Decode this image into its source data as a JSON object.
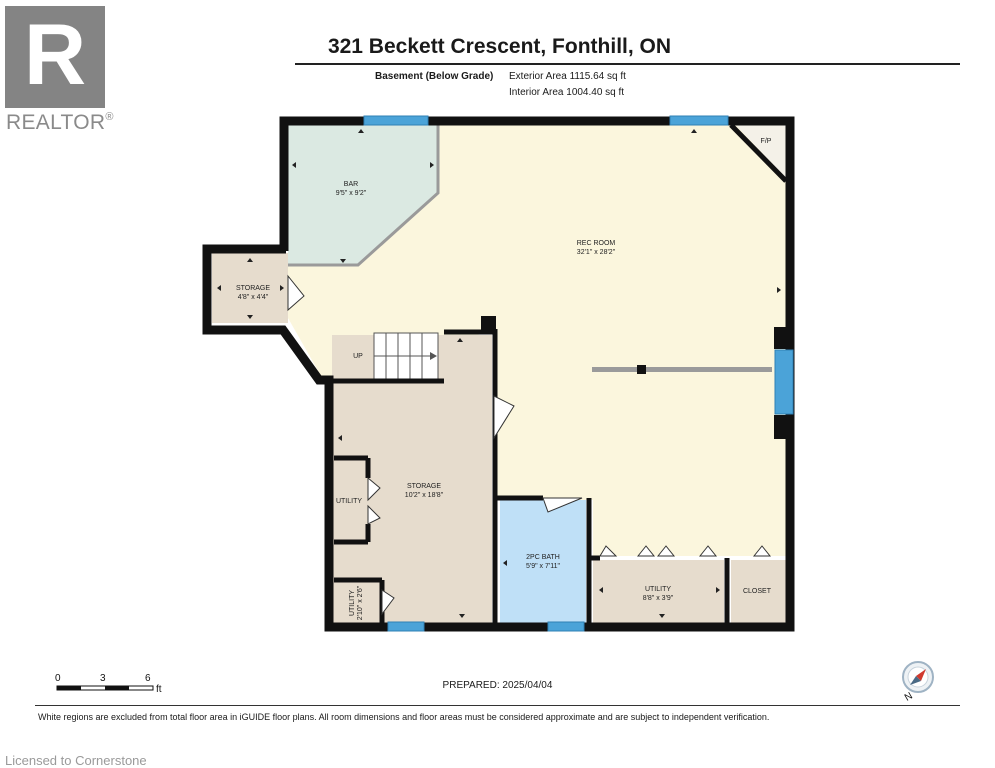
{
  "branding": {
    "logo_text": "REALTOR",
    "logo_registered": "®"
  },
  "header": {
    "title": "321 Beckett Crescent, Fonthill, ON",
    "level": "Basement (Below Grade)",
    "exterior_area": "Exterior Area 1115.64 sq ft",
    "interior_area": "Interior Area 1004.40 sq ft"
  },
  "rooms": {
    "bar": {
      "name": "BAR",
      "dims": "9'5\" x 9'2\""
    },
    "rec_room": {
      "name": "REC ROOM",
      "dims": "32'1\" x 28'2\""
    },
    "storage_small": {
      "name": "STORAGE",
      "dims": "4'8\" x 4'4\""
    },
    "storage_large": {
      "name": "STORAGE",
      "dims": "10'2\" x 18'8\""
    },
    "utility_left": {
      "name": "UTILITY"
    },
    "utility_small": {
      "name": "UTILITY",
      "dims": "2'10\" x 2'6\""
    },
    "bath": {
      "name": "2PC BATH",
      "dims": "5'9\" x 7'11\""
    },
    "utility_bottom": {
      "name": "UTILITY",
      "dims": "8'8\" x 3'9\""
    },
    "closet": {
      "name": "CLOSET"
    },
    "fireplace": {
      "name": "F/P"
    },
    "stairs": {
      "name": "UP"
    }
  },
  "scale": {
    "tick_0": "0",
    "tick_1": "3",
    "tick_2": "6",
    "unit": "ft"
  },
  "compass": {
    "label": "N"
  },
  "prepared": "PREPARED: 2025/04/04",
  "disclaimer": "White regions are excluded from total floor area in iGUIDE floor plans. All room dimensions and floor areas must be considered approximate and are subject to independent verification.",
  "license": "Licensed to Cornerstone",
  "colors": {
    "rec_room": "#fbf6dd",
    "bar": "#dbe9e2",
    "storage": "#e6dccd",
    "bath": "#bfe0f7",
    "wall": "#111111",
    "window": "#4ba3d8"
  }
}
